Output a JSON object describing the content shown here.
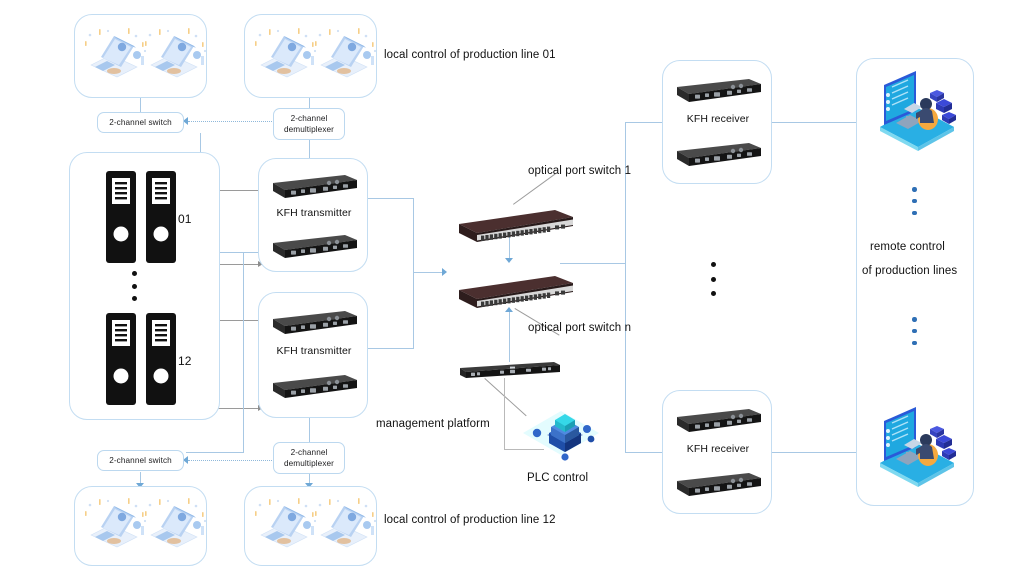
{
  "diagram": {
    "title": "KVM optical fiber production-line control topology",
    "palette": {
      "box_border": "#c3ddf2",
      "line_blue": "#a8c8e4",
      "line_grey": "#9a9a9a",
      "device_black": "#1b1b1b",
      "accent_cyan": "#35d8e8",
      "accent_blue": "#2f6fb5",
      "background": "#ffffff"
    }
  },
  "labels": {
    "local_line_01": "local control of production line 01",
    "local_line_12": "local control of production line 12",
    "optical_switch_1": "optical port switch 1",
    "optical_switch_n": "optical port switch n",
    "management_platform": "management platform",
    "plc_control": "PLC control",
    "remote_control_l1": "remote control",
    "remote_control_l2": "of production lines",
    "kfh_transmitter": "KFH transmitter",
    "kfh_receiver": "KFH receiver",
    "two_channel_switch": "2-channel switch",
    "two_channel_demux_l1": "2-channel",
    "two_channel_demux_l2": "demultiplexer",
    "rack_id_01": "01",
    "rack_id_12": "12"
  },
  "groups": {
    "local_top_left": {
      "name": "local-workstations-top-left",
      "count": 2
    },
    "local_top_right": {
      "name": "local-workstations-top-right",
      "count": 2
    },
    "local_bottom_left": {
      "name": "local-workstations-bottom-left",
      "count": 2
    },
    "local_bottom_right": {
      "name": "local-workstations-bottom-right",
      "count": 2
    },
    "server_rack_group": {
      "name": "production-line-servers",
      "units": 4
    },
    "transmitter_group_01": {
      "name": "kfh-transmitter-group-01",
      "devices": 2
    },
    "transmitter_group_12": {
      "name": "kfh-transmitter-group-12",
      "devices": 2
    },
    "receiver_group_top": {
      "name": "kfh-receiver-group-top",
      "devices": 2
    },
    "receiver_group_bottom": {
      "name": "kfh-receiver-group-bottom",
      "devices": 2
    },
    "remote_group": {
      "name": "remote-control-workstations",
      "count": 2
    }
  },
  "icons": {
    "laptop": "laptop-workstation-icon",
    "server_tower": "server-tower-icon",
    "kfh_device": "kfh-rackmount-device-icon",
    "optical_switch": "optical-port-switch-icon",
    "management_unit": "management-platform-rack-icon",
    "plc_cube": "plc-control-cube-icon",
    "remote_desk": "remote-operator-desk-icon",
    "ellipsis": "vertical-ellipsis-icon"
  }
}
